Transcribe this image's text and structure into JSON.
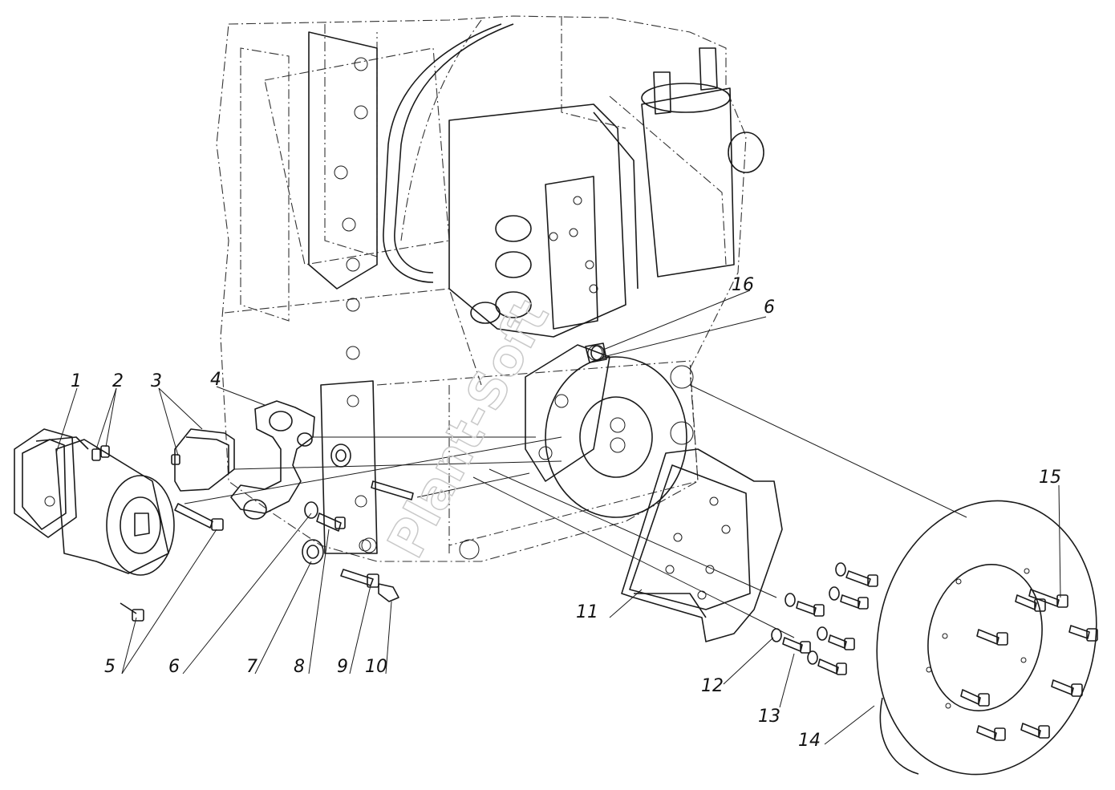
{
  "callouts": [
    {
      "id": "1",
      "text": "1"
    },
    {
      "id": "2",
      "text": "2"
    },
    {
      "id": "3",
      "text": "3"
    },
    {
      "id": "4",
      "text": "4"
    },
    {
      "id": "5",
      "text": "5"
    },
    {
      "id": "6a",
      "text": "6"
    },
    {
      "id": "6b",
      "text": "6"
    },
    {
      "id": "7",
      "text": "7"
    },
    {
      "id": "8",
      "text": "8"
    },
    {
      "id": "9",
      "text": "9"
    },
    {
      "id": "10",
      "text": "10"
    },
    {
      "id": "11",
      "text": "11"
    },
    {
      "id": "12",
      "text": "12"
    },
    {
      "id": "13",
      "text": "13"
    },
    {
      "id": "14",
      "text": "14"
    },
    {
      "id": "15",
      "text": "15"
    },
    {
      "id": "16",
      "text": "16"
    }
  ],
  "watermark": "Plant-Soft",
  "colors": {
    "line": "#1a1a1a",
    "background": "#ffffff",
    "watermark": "#c9c9c9"
  }
}
